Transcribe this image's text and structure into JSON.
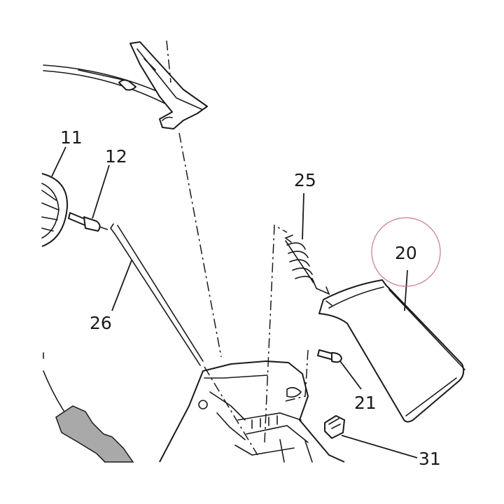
{
  "callouts": {
    "c11": "11",
    "c12": "12",
    "c25": "25",
    "c20": "20",
    "c26": "26",
    "c21": "21",
    "c31": "31"
  },
  "colors": {
    "ink": "#1a1a1a",
    "highlight_circle": "#c77a86",
    "shaded_part": "#a9a9a9"
  }
}
